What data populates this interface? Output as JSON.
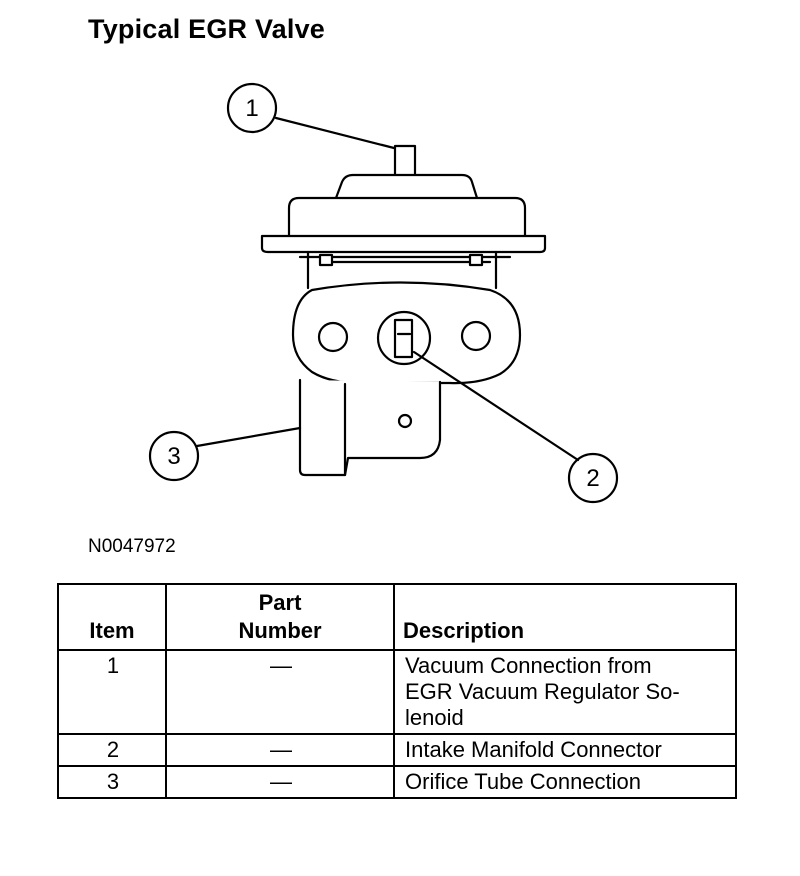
{
  "title": "Typical EGR Valve",
  "figure_id": "N0047972",
  "callouts": [
    "1",
    "2",
    "3"
  ],
  "table": {
    "headers": {
      "item": "Item",
      "part_number": "Part\nNumber",
      "description": "Description"
    },
    "rows": [
      {
        "item": "1",
        "part_number": "—",
        "description": "Vacuum Connection from\nEGR Vacuum Regulator So-\nlenoid"
      },
      {
        "item": "2",
        "part_number": "—",
        "description": "Intake Manifold Connector"
      },
      {
        "item": "3",
        "part_number": "—",
        "description": "Orifice Tube Connection"
      }
    ]
  }
}
